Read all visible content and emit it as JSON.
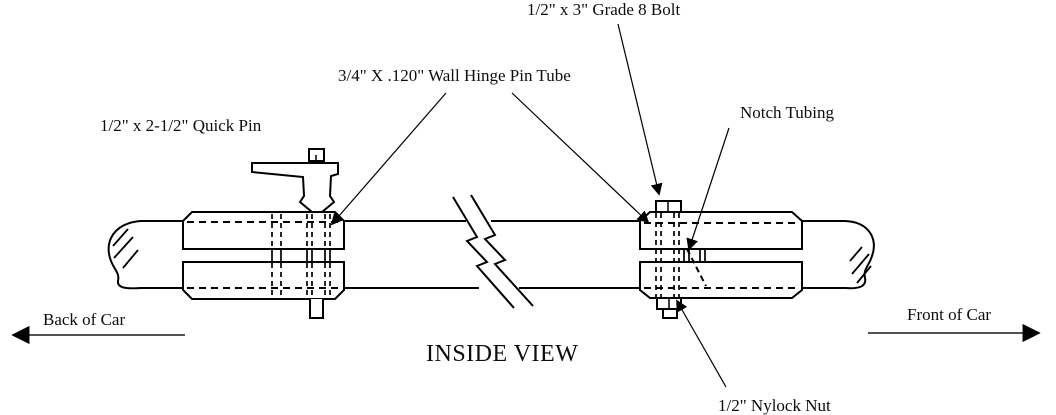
{
  "title": "INSIDE VIEW",
  "colors": {
    "line": "#000000",
    "background": "#ffffff"
  },
  "labels": {
    "grade8_bolt": "1/2\" x 3\" Grade 8 Bolt",
    "hinge_pin_tube": "3/4\" X .120\" Wall Hinge Pin Tube",
    "notch_tubing": "Notch Tubing",
    "quick_pin": "1/2\" x 2-1/2\" Quick Pin",
    "nylock_nut": "1/2\" Nylock Nut",
    "back_of_car": "Back of Car",
    "front_of_car": "Front of Car"
  }
}
